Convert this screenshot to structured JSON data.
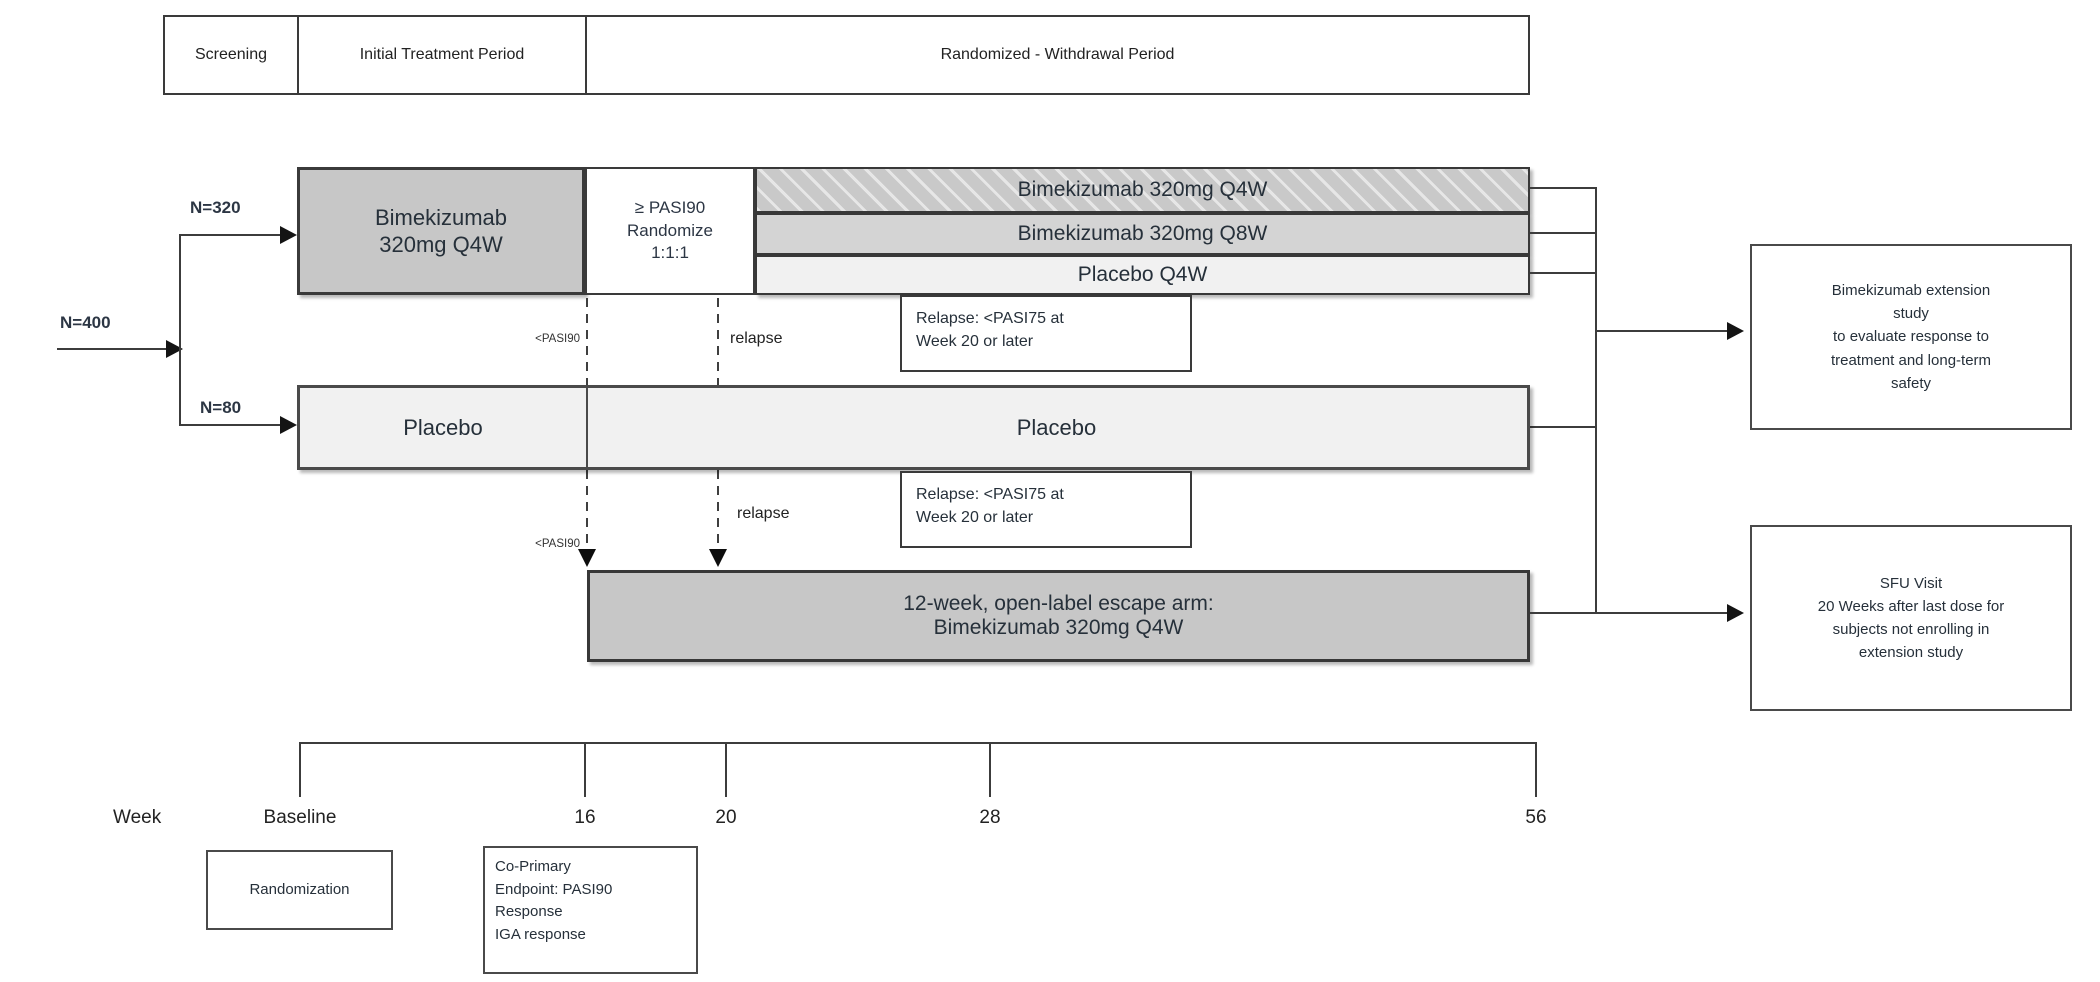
{
  "header": {
    "cells": [
      "Screening",
      "Initial Treatment Period",
      "Randomized - Withdrawal Period"
    ]
  },
  "enrollment": {
    "total": "N=400",
    "bime_arm": "N=320",
    "placebo_arm": "N=80"
  },
  "initial_period": {
    "bime_box_lines": [
      "Bimekizumab",
      "320mg Q4W"
    ],
    "placebo_label": "Placebo"
  },
  "randomize_box": {
    "lines": [
      "≥ PASI90",
      "Randomize",
      "1:1:1"
    ]
  },
  "withdrawal": {
    "bars": [
      {
        "label": "Bimekizumab 320mg Q4W",
        "style": "hatched-gray"
      },
      {
        "label": "Bimekizumab 320mg Q8W",
        "style": "gray"
      },
      {
        "label": "Placebo Q4W",
        "style": "light"
      }
    ],
    "placebo_label": "Placebo",
    "pasi90_label": "<PASI90",
    "relapse_label": "relapse",
    "relapse_box_lines": [
      "Relapse: <PASI75 at",
      "Week 20 or later"
    ]
  },
  "escape_bar": {
    "lines": [
      "12-week, open-label escape arm:",
      "Bimekizumab 320mg Q4W"
    ]
  },
  "outcomes": {
    "extension_box": {
      "lines": [
        "Bimekizumab extension",
        "study",
        "to evaluate response to",
        "treatment and long-term",
        "safety"
      ]
    },
    "sfu_box": {
      "lines": [
        "SFU Visit",
        "20 Weeks after last dose for",
        "subjects not enrolling in",
        "extension study"
      ]
    }
  },
  "timeline": {
    "axis_label": "Week",
    "ticks": [
      {
        "label": "Baseline"
      },
      {
        "label": "16"
      },
      {
        "label": "20"
      },
      {
        "label": "28"
      },
      {
        "label": "56"
      }
    ],
    "randomization_box": "Randomization",
    "coprimary_box_lines": [
      "Co-Primary",
      "Endpoint: PASI90",
      "Response",
      "IGA response"
    ]
  },
  "colors": {
    "bar_dark_gray": "#c7c7c7",
    "bar_mid_gray": "#d4d4d4",
    "bar_light_gray": "#f1f1f1",
    "line": "#3c3c3c"
  }
}
